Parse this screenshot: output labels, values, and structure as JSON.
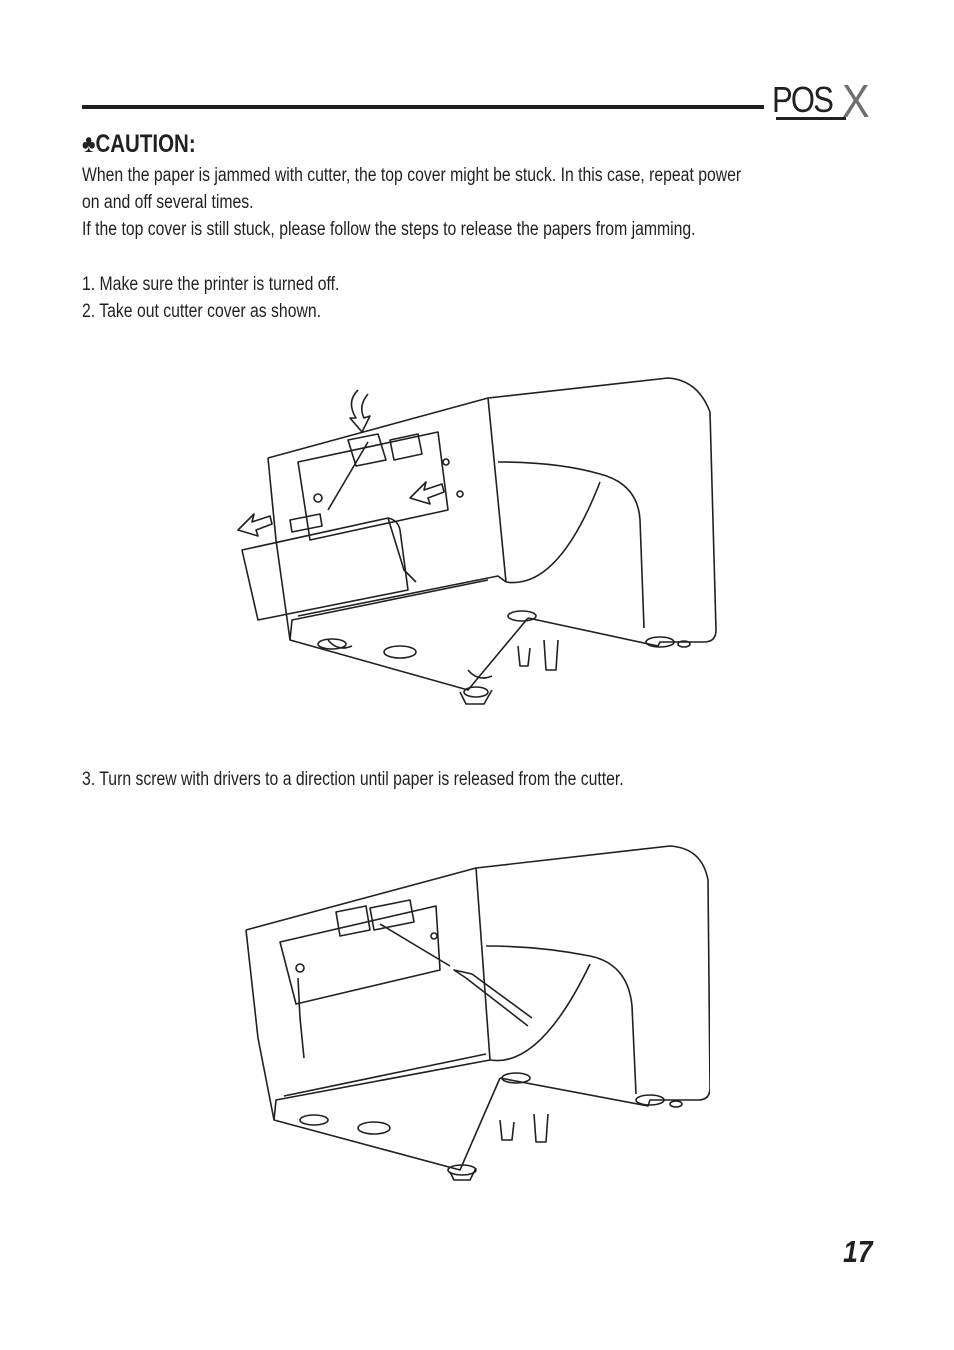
{
  "header": {
    "logo_main": "POS",
    "logo_accent": "X"
  },
  "caution": {
    "symbol": "♣",
    "title": "CAUTION:",
    "lines": [
      "When the paper is jammed with cutter, the top cover might be stuck. In this case, repeat power",
      "on and off several times.",
      "If the top cover is still stuck, please follow the steps to release the papers from jamming."
    ]
  },
  "steps": [
    "1. Make sure the printer is turned off.",
    "2. Take out cutter cover as shown.",
    "3. Turn screw with drivers to a direction until paper is released from the cutter."
  ],
  "page_number": "17"
}
